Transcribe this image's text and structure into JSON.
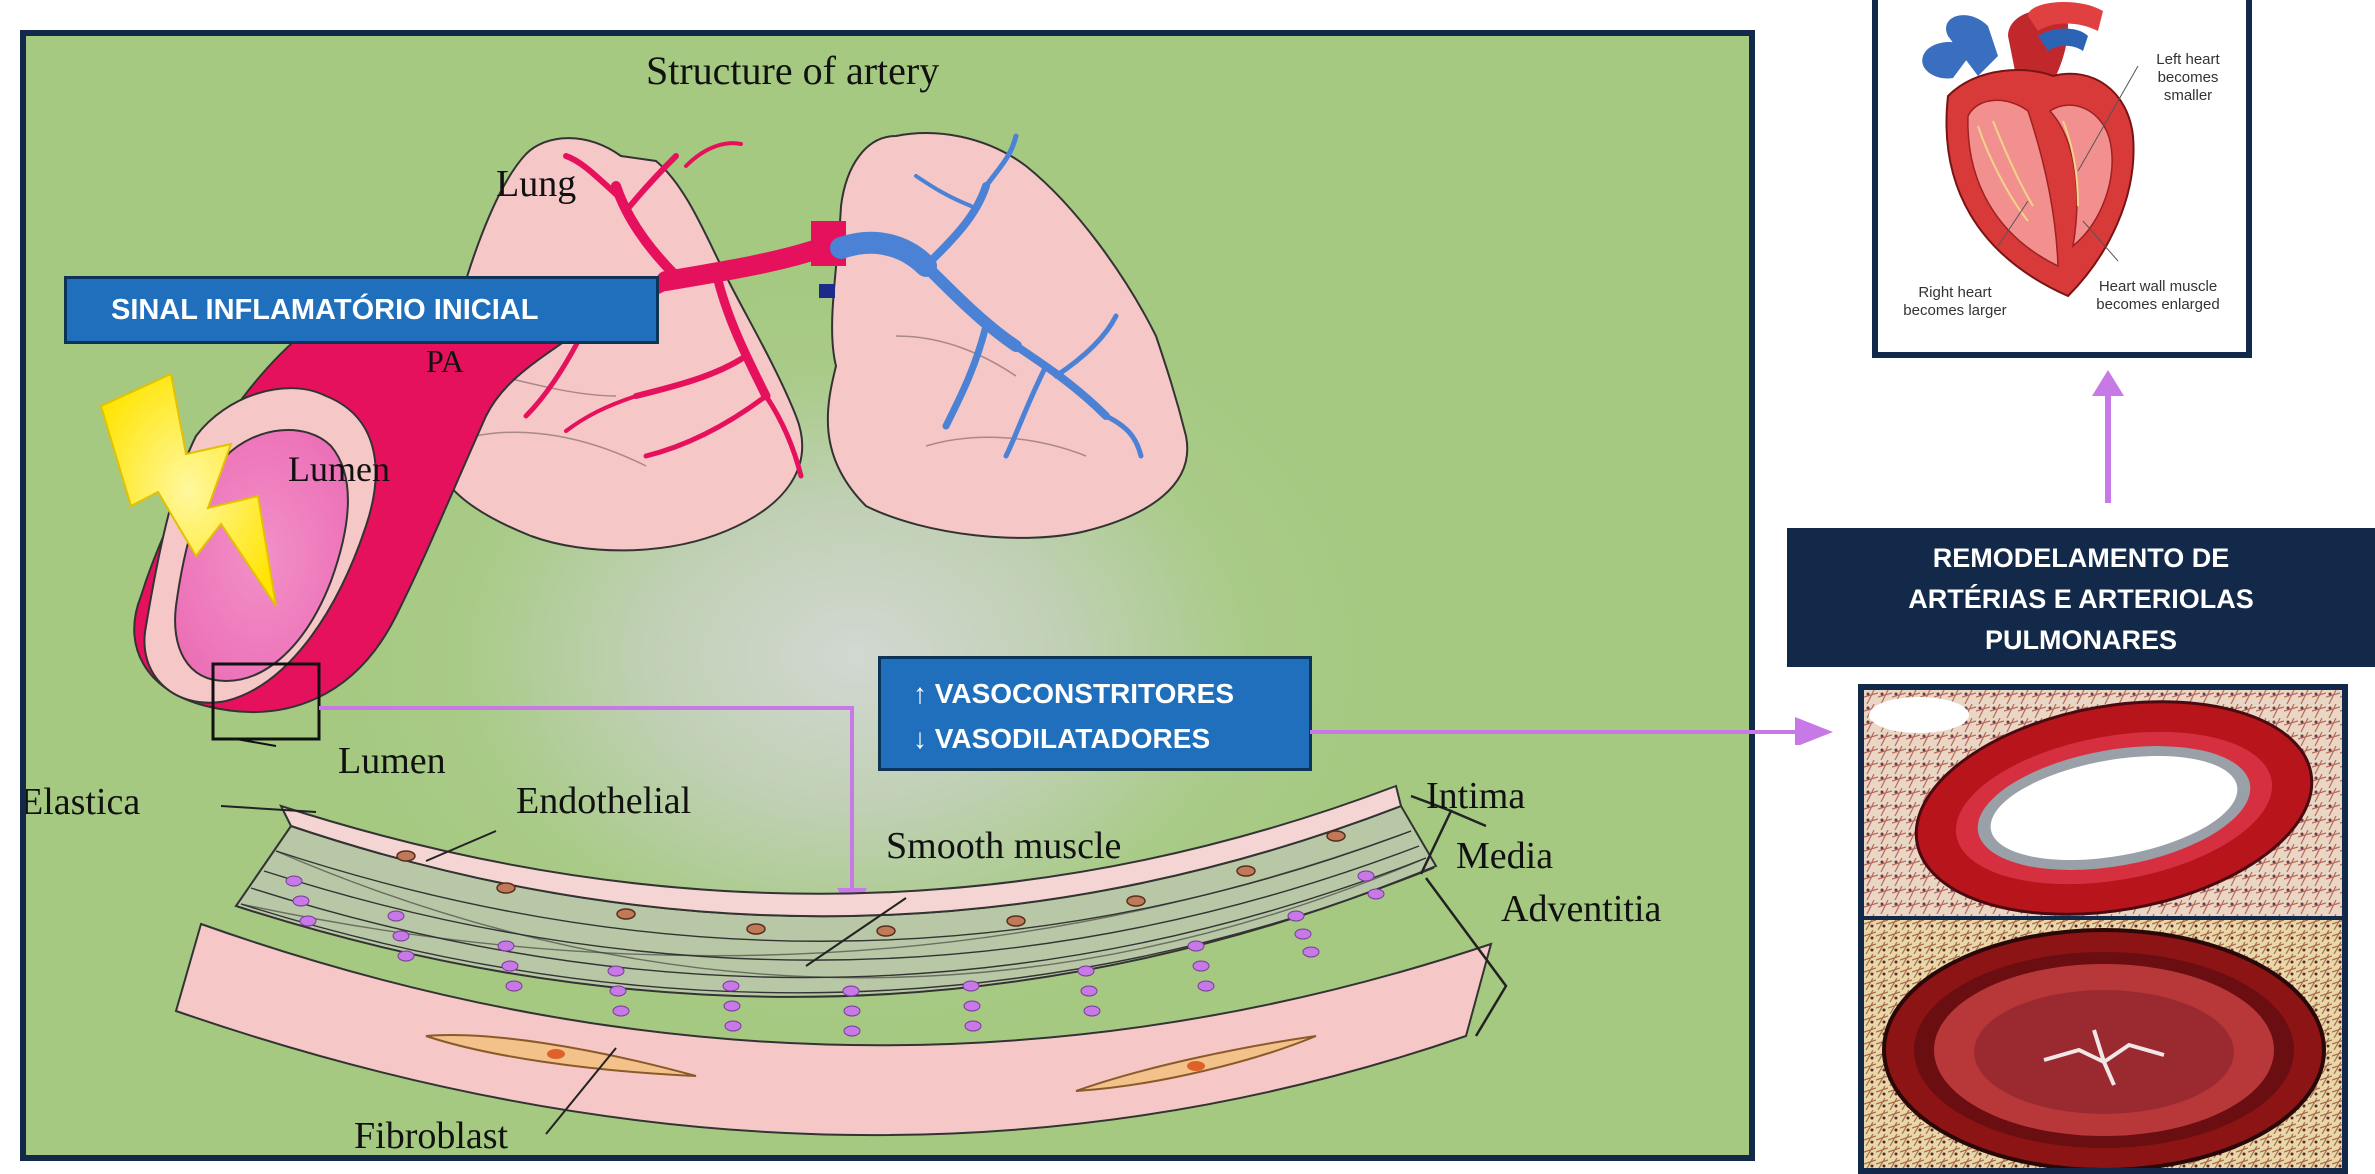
{
  "main_panel": {
    "title": "Structure of artery",
    "lung_label": "Lung",
    "pa_label": "PA",
    "lumen_label_upper": "Lumen",
    "lumen_label_lower": "Lumen",
    "elastica_label": "Elastica",
    "endothelial_label": "Endothelial",
    "smooth_muscle_label": "Smooth muscle",
    "intima_label": "Intima",
    "media_label": "Media",
    "adventitia_label": "Adventitia",
    "fibroblast_label": "Fibroblast"
  },
  "signal_label": "SINAL INFLAMATÓRIO INICIAL",
  "vaso": {
    "line1": "↑ VASOCONSTRITORES",
    "line2": "↓ VASODILATADORES"
  },
  "remodel": {
    "line1": "REMODELAMENTO  DE",
    "line2": "ARTÉRIAS E ARTERIOLAS",
    "line3": "PULMONARES"
  },
  "heart": {
    "left_heart": "Left heart becomes smaller",
    "right_heart": "Right heart becomes larger",
    "heart_wall": "Heart wall muscle becomes enlarged"
  },
  "colors": {
    "panel_green": "#a5c981",
    "frame_navy": "#13294a",
    "label_blue": "#1f6fbd",
    "arrow_purple": "#c77ae6",
    "vessel_red": "#e6115c",
    "vein_blue": "#4b82d6",
    "lung_pink": "#f5c7c7",
    "bolt_yellow": "#ffe800"
  }
}
